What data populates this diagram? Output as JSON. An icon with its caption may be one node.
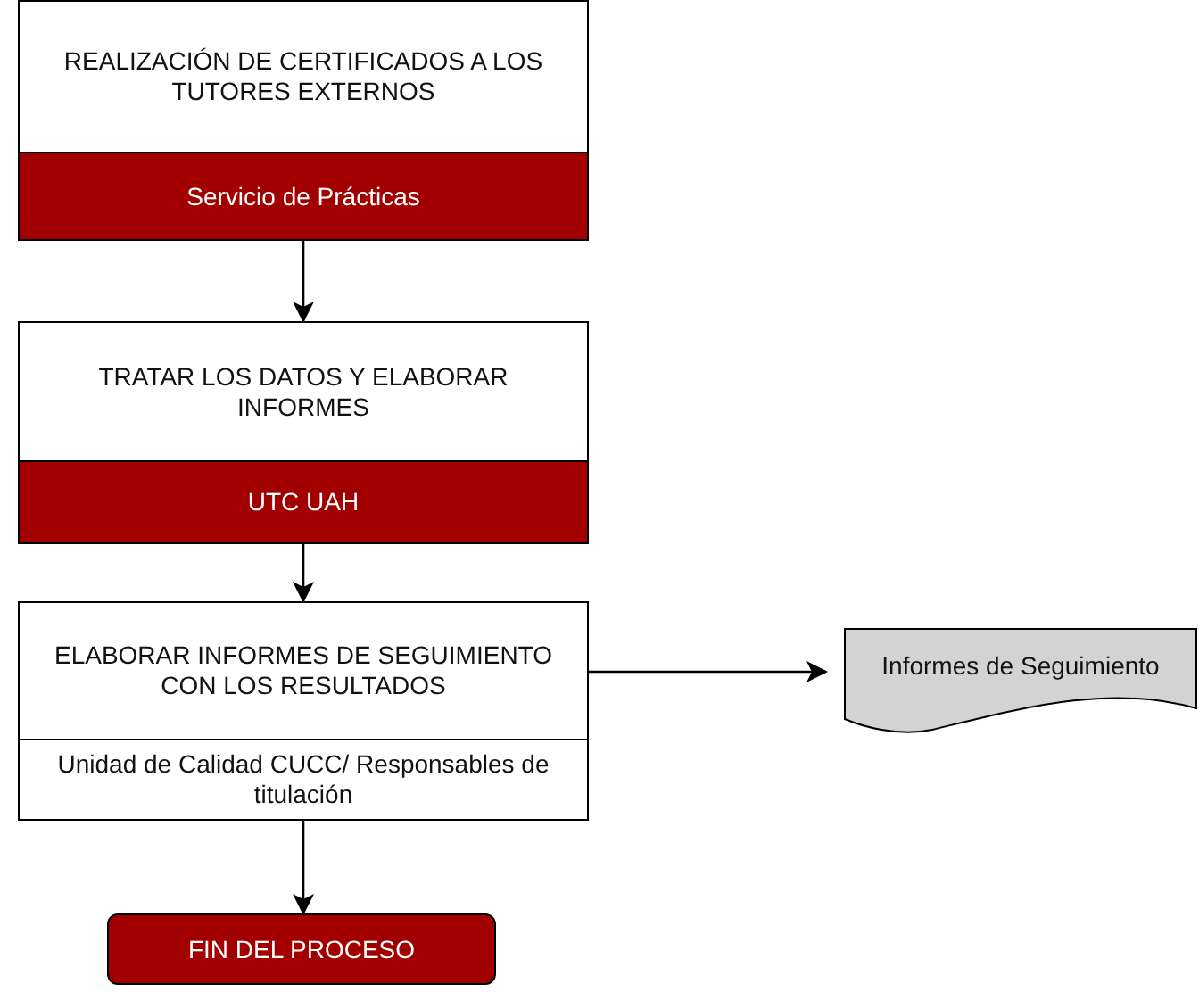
{
  "diagram": {
    "nodes": [
      {
        "text": [
          "REALIZACIÓN DE CERTIFICADOS A LOS TUTORES EXTERNOS",
          "Servicio de Prácticas"
        ]
      },
      {
        "text": [
          "TRATAR LOS DATOS Y ELABORAR INFORMES",
          "UTC UAH"
        ]
      },
      {
        "text": [
          "ELABORAR INFORMES DE SEGUIMIENTO CON LOS RESULTADOS",
          "Unidad de Calidad CUCC/ Responsables de titulación"
        ]
      },
      {
        "text": [
          "Informes de Seguimiento"
        ]
      },
      {
        "text": [
          "FIN DEL PROCESO"
        ]
      }
    ],
    "edges": [
      {
        "from": 0,
        "to": 1,
        "arrow": "to"
      },
      {
        "from": 1,
        "to": 2,
        "arrow": "to"
      },
      {
        "from": 2,
        "to": 3,
        "arrow": "to"
      },
      {
        "from": 2,
        "to": 4,
        "arrow": "to"
      }
    ]
  }
}
